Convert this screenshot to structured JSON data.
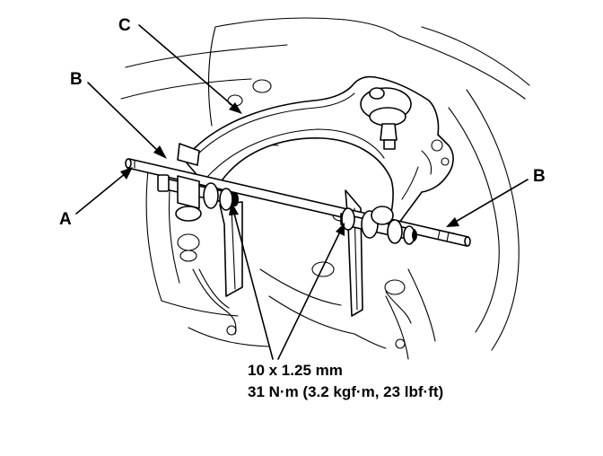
{
  "callouts": {
    "a": "A",
    "b_left": "B",
    "b_right": "B",
    "c": "C"
  },
  "spec": {
    "thread": "10 x 1.25 mm",
    "torque": "31 N·m (3.2 kgf·m, 23 lbf·ft)"
  }
}
